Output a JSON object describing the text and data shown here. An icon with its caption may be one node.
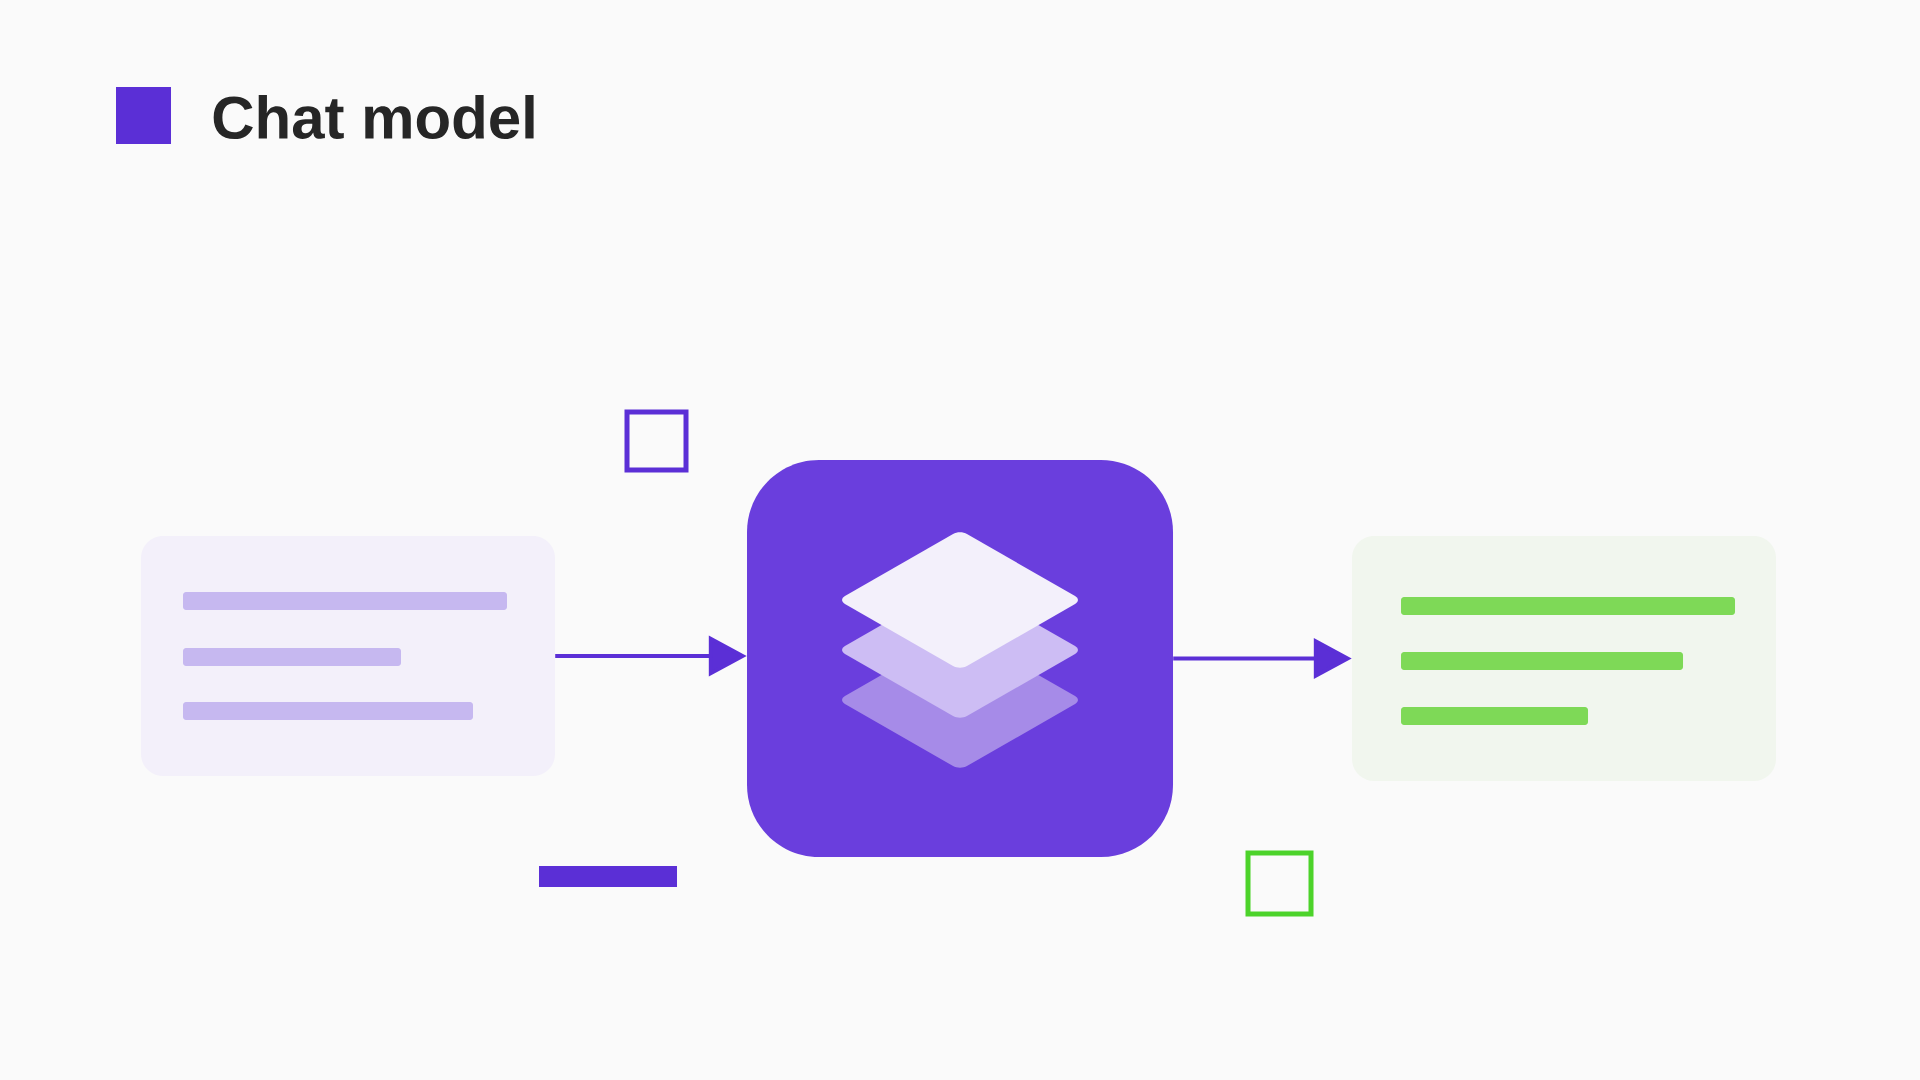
{
  "diagram": {
    "title": "Chat model",
    "nodes": [
      {
        "text": [],
        "shape": "box"
      },
      {
        "text": [],
        "shape": "box"
      },
      {
        "text": [],
        "shape": "box"
      }
    ],
    "edges": [
      {
        "from": 0,
        "to": 1,
        "arrow": "to"
      },
      {
        "from": 1,
        "to": 2,
        "arrow": "to"
      }
    ]
  }
}
